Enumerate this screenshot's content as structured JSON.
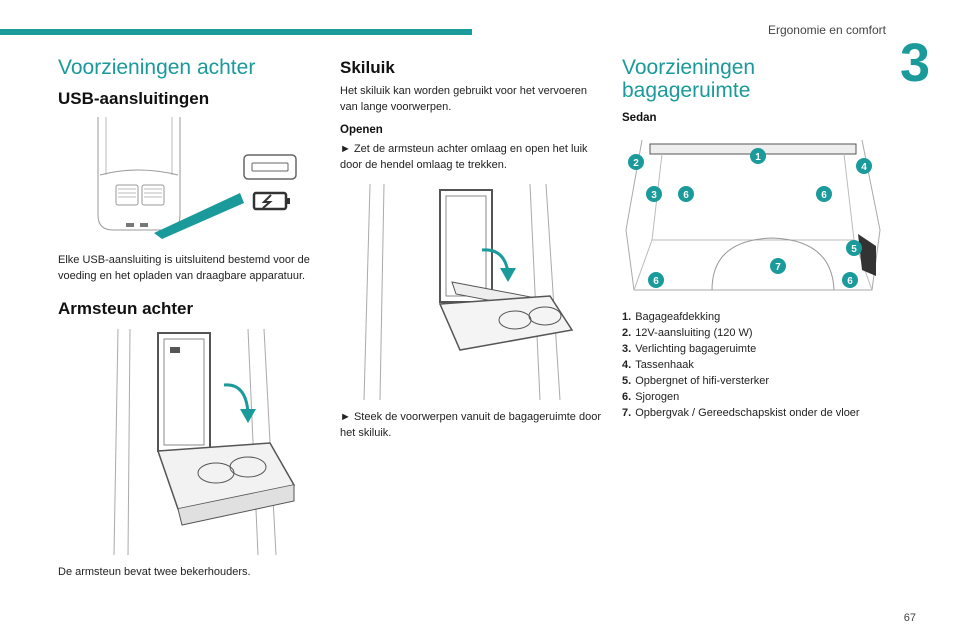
{
  "header": {
    "section": "Ergonomie en comfort",
    "chapter": "3",
    "page": "67"
  },
  "col1": {
    "title": "Voorzieningen achter",
    "usb_heading": "USB-aansluitingen",
    "usb_text": "Elke USB-aansluiting is uitsluitend bestemd voor de voeding en het opladen van draagbare apparatuur.",
    "armrest_heading": "Armsteun achter",
    "armrest_text": "De armsteun bevat twee bekerhouders."
  },
  "col2": {
    "heading": "Skiluik",
    "intro": "Het skiluik kan worden gebruikt voor het vervoeren van lange voorwerpen.",
    "open_heading": "Openen",
    "step1": "► Zet de armsteun achter omlaag en open het luik door de hendel omlaag te trekken.",
    "step2": "► Steek de voorwerpen vanuit de bagageruimte door het skiluik."
  },
  "col3": {
    "title": "Voorzieningen bagageruimte",
    "subtitle": "Sedan",
    "markers": [
      "1",
      "2",
      "3",
      "4",
      "5",
      "6",
      "7"
    ],
    "legend": [
      {
        "num": "1.",
        "text": "Bagageafdekking"
      },
      {
        "num": "2.",
        "text": "12V-aansluiting (120 W)"
      },
      {
        "num": "3.",
        "text": "Verlichting bagageruimte"
      },
      {
        "num": "4.",
        "text": "Tassenhaak"
      },
      {
        "num": "5.",
        "text": "Opbergnet of hifi-versterker"
      },
      {
        "num": "6.",
        "text": "Sjorogen"
      },
      {
        "num": "7.",
        "text": "Opbergvak / Gereedschapskist onder de vloer"
      }
    ]
  },
  "colors": {
    "accent": "#1a9a9a",
    "line": "#9a9a9a"
  }
}
